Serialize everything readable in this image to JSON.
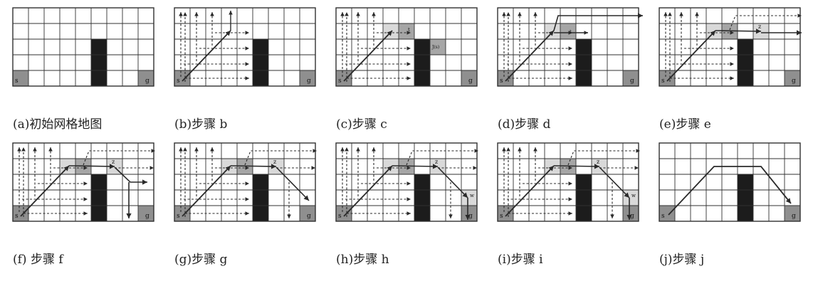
{
  "figure": {
    "grid": {
      "cols": 9,
      "rows": 5
    },
    "colors": {
      "obstacle": "#1c1c1c",
      "start_goal": "#8f8f8f",
      "mid_gray": "#a6a6a6",
      "light_gray": "#d9d9d9",
      "line": "#2a2a2a",
      "grid": "#303030"
    },
    "panels": [
      {
        "id": "a",
        "caption": "(a)初始网格地图",
        "start_label": "s",
        "goal_label": "g",
        "overlay": []
      },
      {
        "id": "b",
        "caption": "(b)步骤 b",
        "start_label": "s",
        "goal_label": "g",
        "overlay": []
      },
      {
        "id": "c",
        "caption": "(c)步骤 c",
        "start_label": "s",
        "goal_label": "g",
        "overlay": [
          "t",
          "J(s)"
        ]
      },
      {
        "id": "d",
        "caption": "(d)步骤 d",
        "start_label": "s",
        "goal_label": "g",
        "overlay": [
          "t"
        ]
      },
      {
        "id": "e",
        "caption": "(e)步骤 e",
        "start_label": "s",
        "goal_label": "g",
        "overlay": [
          "z"
        ]
      },
      {
        "id": "f",
        "caption": "(f) 步骤 f",
        "start_label": "s",
        "goal_label": "g",
        "overlay": [
          "z"
        ]
      },
      {
        "id": "g",
        "caption": "(g)步骤 g",
        "start_label": "s",
        "goal_label": "g",
        "overlay": [
          "z"
        ]
      },
      {
        "id": "h",
        "caption": "(h)步骤 h",
        "start_label": "s",
        "goal_label": "g",
        "overlay": [
          "z",
          "w"
        ]
      },
      {
        "id": "i",
        "caption": "(i)步骤 i",
        "start_label": "s",
        "goal_label": "g",
        "overlay": [
          "z",
          "w"
        ]
      },
      {
        "id": "j",
        "caption": "(j)步骤 j",
        "start_label": "s",
        "goal_label": "g",
        "overlay": []
      }
    ]
  }
}
